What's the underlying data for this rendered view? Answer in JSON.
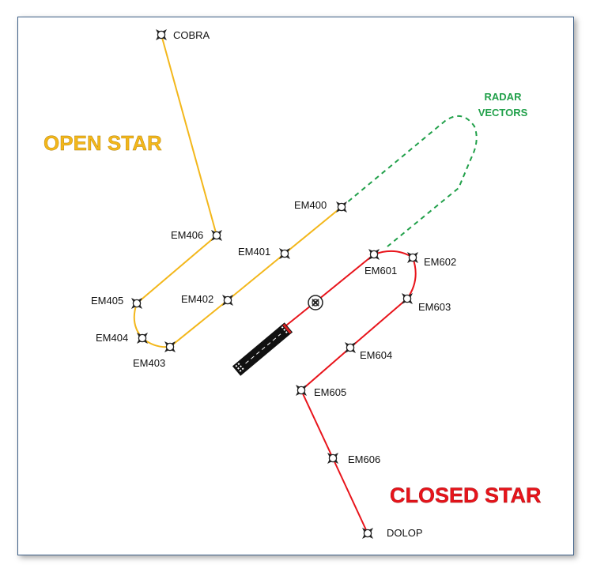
{
  "titles": {
    "open_star": "OPEN STAR",
    "closed_star": "CLOSED STAR",
    "radar_vectors_line1": "RADAR",
    "radar_vectors_line2": "VECTORS"
  },
  "waypoints": {
    "cobra": "COBRA",
    "em400": "EM400",
    "em401": "EM401",
    "em402": "EM402",
    "em403": "EM403",
    "em404": "EM404",
    "em405": "EM405",
    "em406": "EM406",
    "em601": "EM601",
    "em602": "EM602",
    "em603": "EM603",
    "em604": "EM604",
    "em605": "EM605",
    "em606": "EM606",
    "dolop": "DOLOP"
  },
  "colors": {
    "open_star": "#f3b71b",
    "closed_star": "#e8141b",
    "radar_vectors": "#21a04a",
    "frame": "#3d5f86"
  }
}
